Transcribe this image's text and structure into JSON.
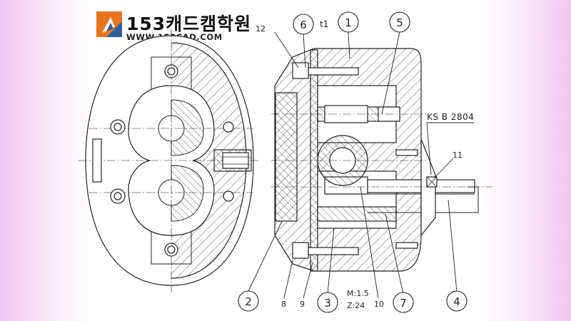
{
  "logo": {
    "title": "153캐드캠학원",
    "url": "WWW.153CAD.COM",
    "accent_color": "#e8741f",
    "mark_color": "#2d5f9a"
  },
  "drawing": {
    "balloons": [
      "1",
      "2",
      "3",
      "4",
      "5",
      "6",
      "7"
    ],
    "leader_numbers": [
      "8",
      "9",
      "10",
      "11",
      "12"
    ],
    "thickness_label": "t1",
    "standard_label": "KS B 2804",
    "gear_spec": {
      "module": "M:1.5",
      "teeth": "Z:24"
    }
  }
}
